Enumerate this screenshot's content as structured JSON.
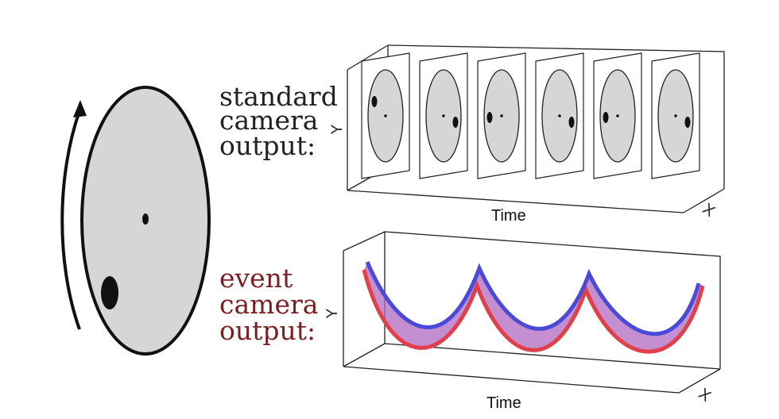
{
  "standard_label": {
    "line1": "standard",
    "line2": "camera",
    "line3": "output:",
    "color": "#222222"
  },
  "event_label": {
    "line1": "event",
    "line2": "camera",
    "line3": "output:",
    "color": "#7a1f22"
  },
  "axes": {
    "y_label": "Y",
    "x_label": "X",
    "time_label": "Time"
  },
  "colors": {
    "disk_fill": "#d6d6d6",
    "dot": "#111111",
    "event_red": "#e0404a",
    "event_blue": "#4a4ad8",
    "event_band": "#b06ac0"
  },
  "frames": [
    {
      "big_dot": "left-top"
    },
    {
      "big_dot": "right"
    },
    {
      "big_dot": "left"
    },
    {
      "big_dot": "right"
    },
    {
      "big_dot": "left"
    },
    {
      "big_dot": "right"
    }
  ]
}
